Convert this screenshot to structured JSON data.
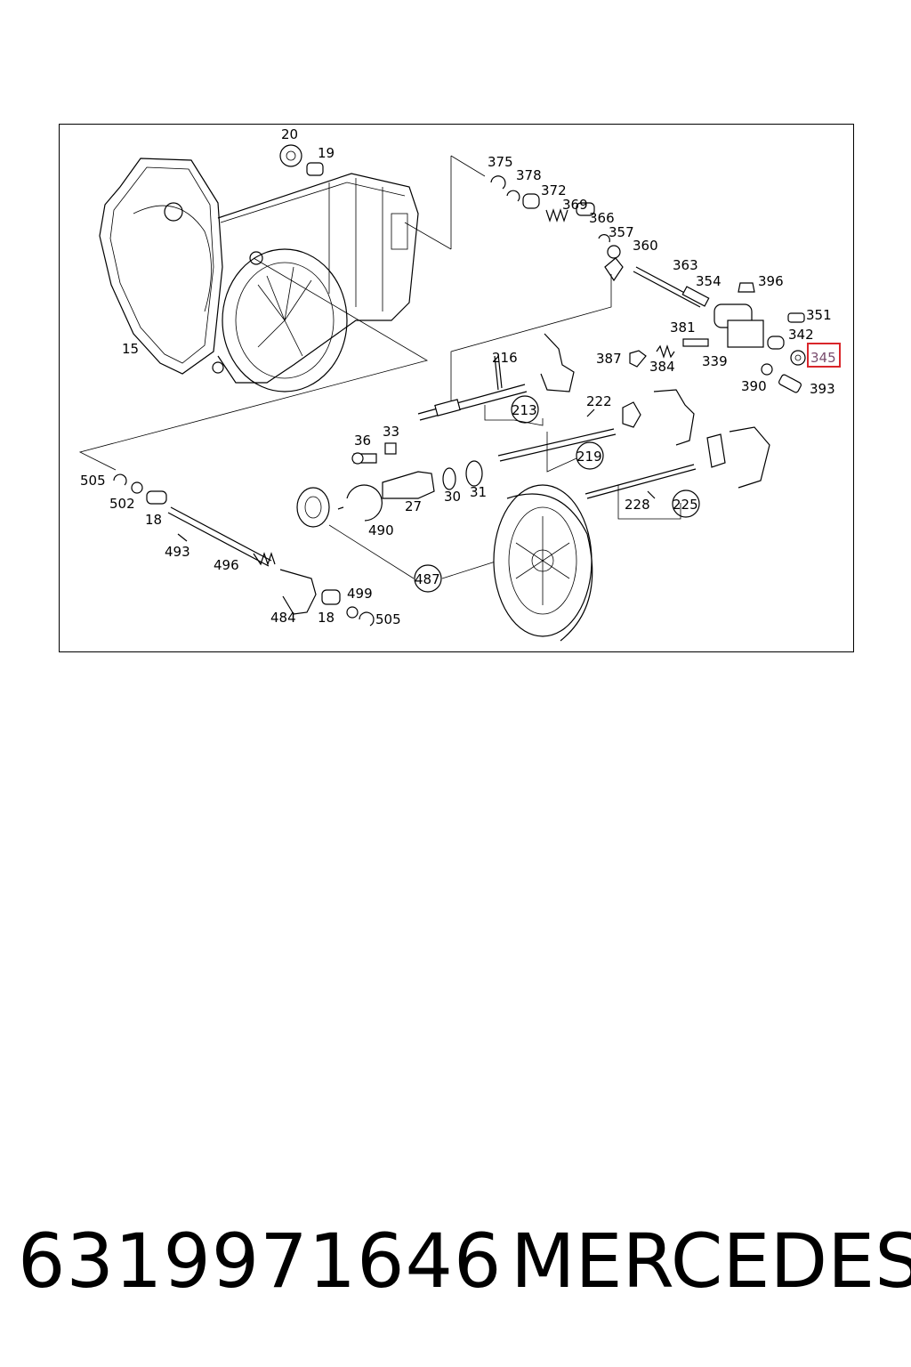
{
  "diagram": {
    "labels": {
      "l20": "20",
      "l19": "19",
      "l375": "375",
      "l378": "378",
      "l372": "372",
      "l369": "369",
      "l366": "366",
      "l357": "357",
      "l360": "360",
      "l363": "363",
      "l354": "354",
      "l396": "396",
      "l351": "351",
      "l381": "381",
      "l342": "342",
      "l345": "345",
      "l387": "387",
      "l384": "384",
      "l339": "339",
      "l390": "390",
      "l393": "393",
      "l15": "15",
      "l216": "216",
      "l213": "213",
      "l222": "222",
      "l219": "219",
      "l36": "36",
      "l33": "33",
      "l505a": "505",
      "l502": "502",
      "l18a": "18",
      "l27": "27",
      "l30": "30",
      "l31": "31",
      "l490": "490",
      "l228": "228",
      "l225": "225",
      "l493": "493",
      "l496": "496",
      "l487": "487",
      "l499": "499",
      "l484": "484",
      "l18b": "18",
      "l505b": "505"
    },
    "highlighted_label": "345",
    "highlight_color": "#d9262b"
  },
  "caption": {
    "part_number": "6319971646",
    "brand": "MERCEDES"
  }
}
